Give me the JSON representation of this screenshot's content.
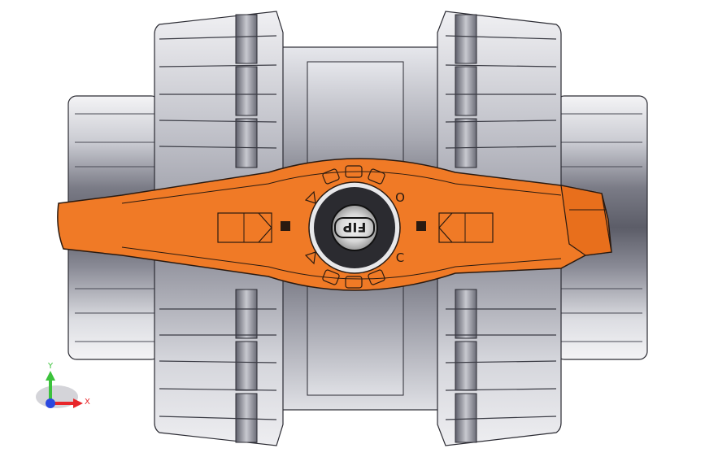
{
  "viewport": {
    "background": "#ffffff",
    "body_colors": {
      "light": "#f4f4f6",
      "mid": "#b9bac2",
      "dark": "#6c6d78",
      "deep": "#3e3f48"
    },
    "handle_color": "#f07a26",
    "handle_outline": "#2a1a10"
  },
  "handle": {
    "logo": "FIP",
    "ring_labels": {
      "open": "O",
      "close": "C"
    }
  },
  "triad": {
    "x_label": "X",
    "y_label": "Y",
    "colors": {
      "x": "#e8262a",
      "y": "#3cc23c",
      "z": "#2a48e0"
    }
  }
}
